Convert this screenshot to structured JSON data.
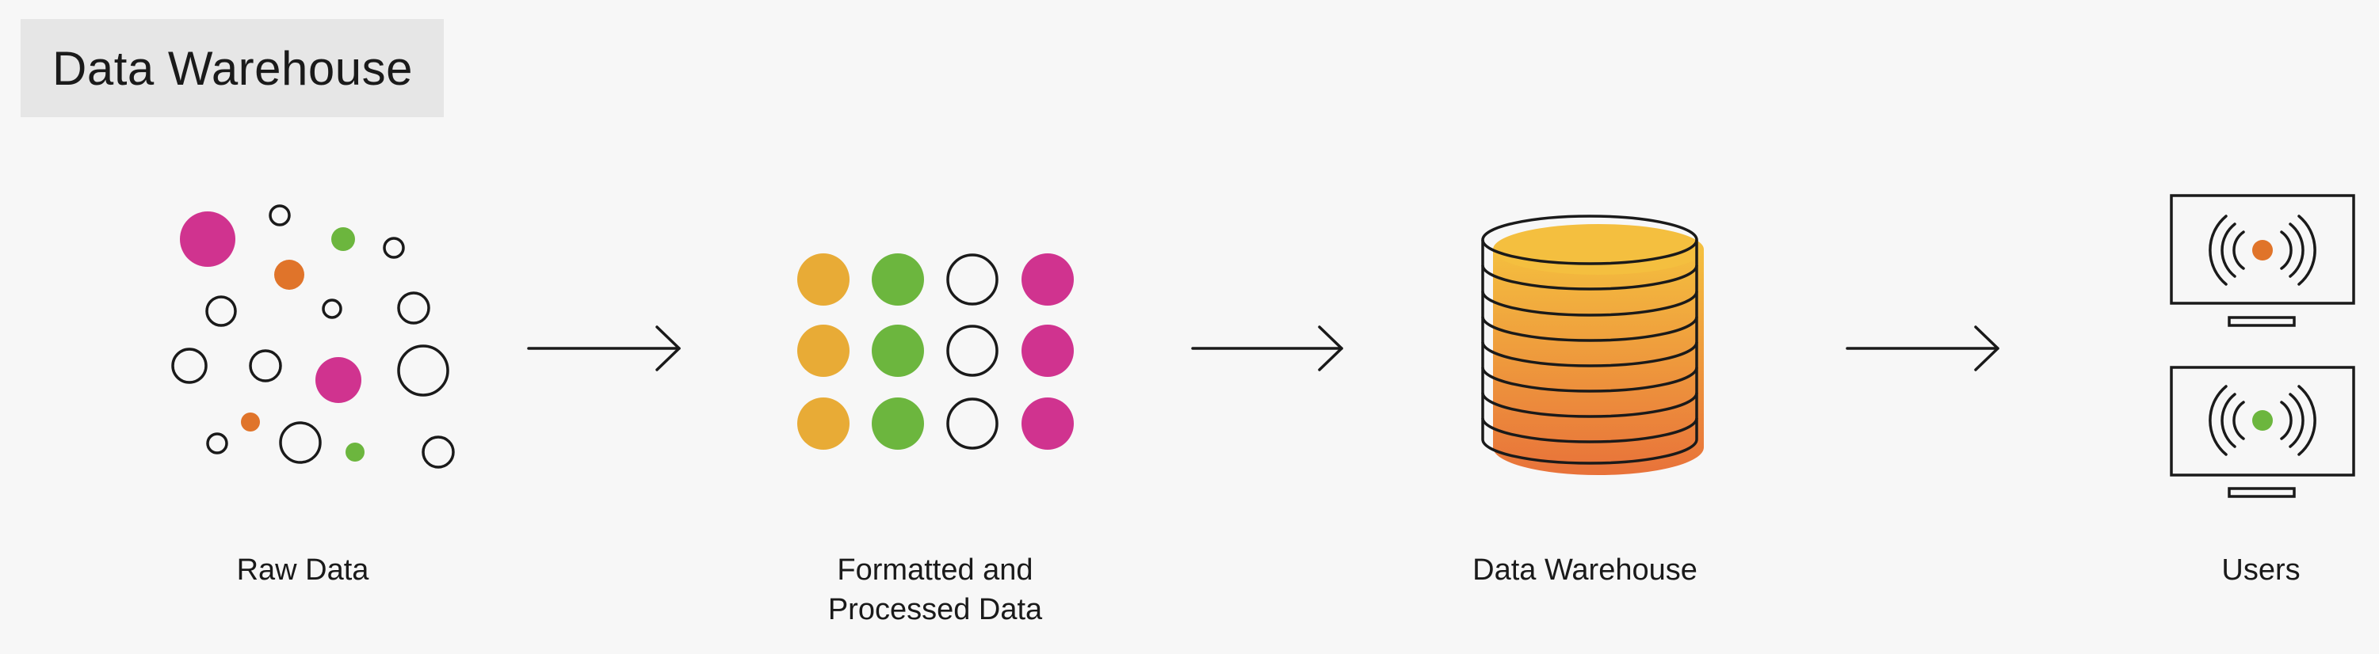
{
  "title": "Data Warehouse",
  "stages": {
    "raw": {
      "label": "Raw Data"
    },
    "formatted": {
      "label_line1": "Formatted and",
      "label_line2": "Processed Data"
    },
    "warehouse": {
      "label": "Data Warehouse"
    },
    "users": {
      "label": "Users"
    }
  },
  "colors": {
    "magenta": "#d0338f",
    "green": "#6cb63e",
    "orange": "#e0742a",
    "yellow": "#e8ab36",
    "stroke": "#1a1a1a",
    "background": "#f7f7f7",
    "title_background": "#e6e6e6"
  },
  "icons": {
    "raw": "scattered-dots-icon",
    "formatted": "dot-grid-icon",
    "warehouse": "database-cylinder-icon",
    "users": "monitor-broadcast-icon",
    "arrow": "right-arrow-icon"
  }
}
